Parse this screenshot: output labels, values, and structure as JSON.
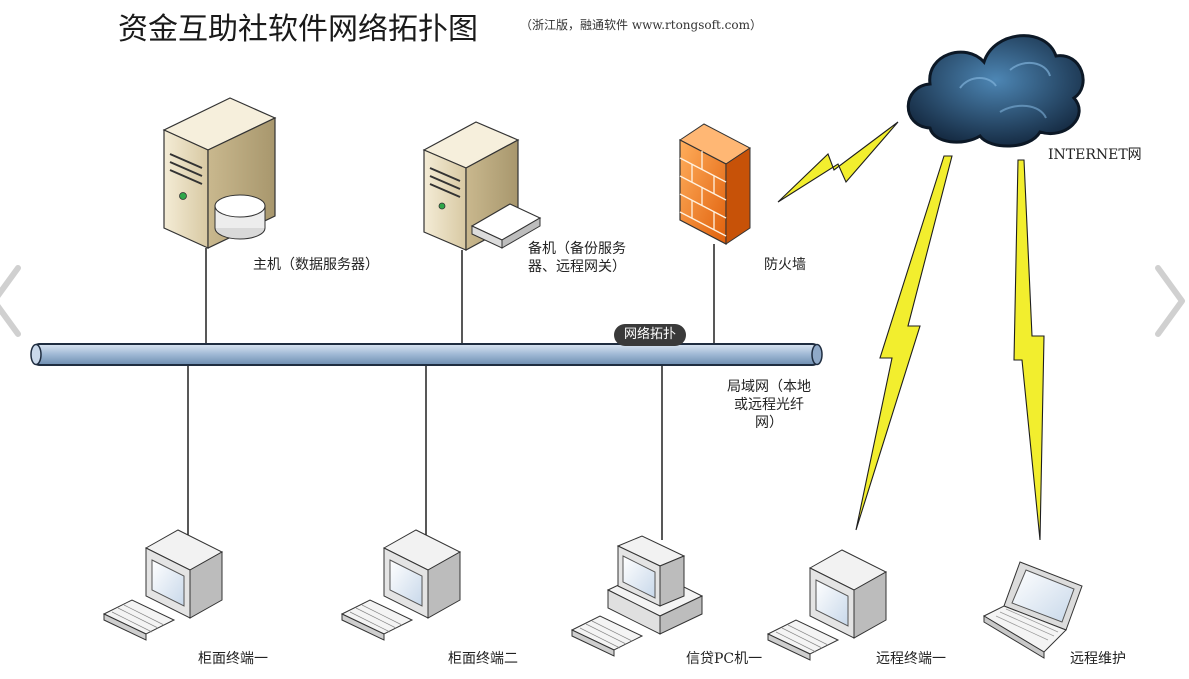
{
  "title": "资金互助社软件网络拓扑图",
  "subtitle": "（浙江版，融通软件 www.rtongsoft.com）",
  "badge": "网络拓扑",
  "nodes": {
    "host_label": "主机（数据服务器）",
    "backup_label_line1": "备机（备份服务",
    "backup_label_line2": "器、远程网关）",
    "firewall_label": "防火墙",
    "internet_label": "INTERNET网",
    "lan_label_line1": "局域网（本地",
    "lan_label_line2": "或远程光纤",
    "lan_label_line3": "网）",
    "counter1_label": "柜面终端一",
    "counter2_label": "柜面终端二",
    "credit_label": "信贷PC机一",
    "remote1_label": "远程终端一",
    "remote_maint_label": "远程维护"
  },
  "colors": {
    "bus_fill": "#aec4dc",
    "bus_stroke": "#1f2d40",
    "firewall": "#f07c1e",
    "cloud": "#2c5a82",
    "lightning": "#f2ee2e",
    "server_body": "#e8dcc0"
  }
}
